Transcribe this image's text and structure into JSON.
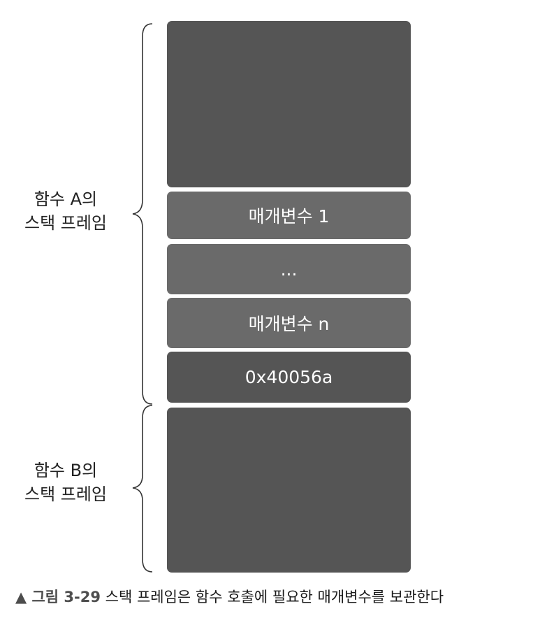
{
  "stack": {
    "blocks": [
      {
        "id": "top",
        "label": ""
      },
      {
        "id": "param1",
        "label": "매개변수 1"
      },
      {
        "id": "ellipsis",
        "label": "..."
      },
      {
        "id": "paramn",
        "label": "매개변수 n"
      },
      {
        "id": "return_address",
        "label": "0x40056a"
      },
      {
        "id": "bottom",
        "label": ""
      }
    ]
  },
  "frames": {
    "a": {
      "line1": "함수 A의",
      "line2": "스택 프레임"
    },
    "b": {
      "line1": "함수 B의",
      "line2": "스택 프레임"
    }
  },
  "caption": {
    "marker": "▲ 그림 3-29",
    "text": "스택 프레임은 함수 호출에 필요한 매개변수를 보관한다"
  }
}
